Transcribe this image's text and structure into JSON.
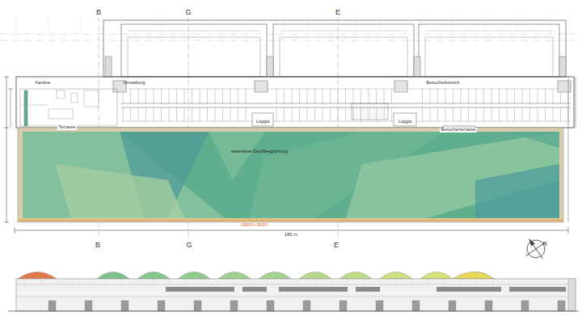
{
  "diagram": {
    "nodes": [
      {
        "text": [
          "extensive Dachbegrünung"
        ]
      }
    ],
    "labels": [
      "B",
      "G",
      "E",
      "Kantine",
      "Verwaltung",
      "Besucherbereich",
      "Terrasse",
      "Loggia",
      "Loggia",
      "Besucherterrasse",
      "ÜBERN. BERG",
      "180 m",
      "B",
      "G",
      "E",
      "N"
    ]
  }
}
